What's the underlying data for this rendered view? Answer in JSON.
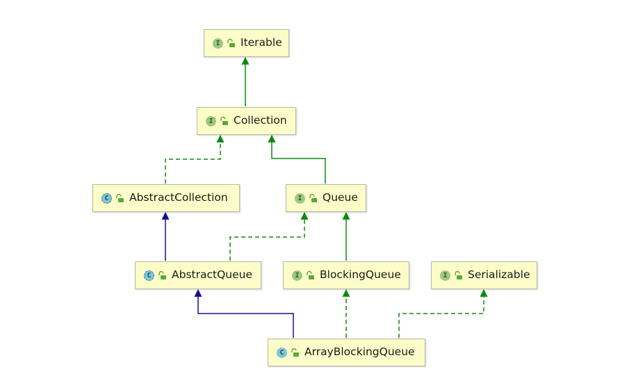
{
  "nodes": {
    "iterable": {
      "kind": "I",
      "label": "Iterable"
    },
    "collection": {
      "kind": "I",
      "label": "Collection"
    },
    "abstract_collection": {
      "kind": "C",
      "label": "AbstractCollection"
    },
    "queue": {
      "kind": "I",
      "label": "Queue"
    },
    "abstract_queue": {
      "kind": "C",
      "label": "AbstractQueue"
    },
    "blocking_queue": {
      "kind": "I",
      "label": "BlockingQueue"
    },
    "serializable": {
      "kind": "I",
      "label": "Serializable"
    },
    "array_blocking_queue": {
      "kind": "C",
      "label": "ArrayBlockingQueue"
    }
  },
  "edges": [
    {
      "from": "Collection",
      "to": "Iterable",
      "relation": "extends"
    },
    {
      "from": "AbstractCollection",
      "to": "Collection",
      "relation": "implements"
    },
    {
      "from": "Queue",
      "to": "Collection",
      "relation": "extends"
    },
    {
      "from": "AbstractQueue",
      "to": "AbstractCollection",
      "relation": "extends"
    },
    {
      "from": "AbstractQueue",
      "to": "Queue",
      "relation": "implements"
    },
    {
      "from": "BlockingQueue",
      "to": "Queue",
      "relation": "extends"
    },
    {
      "from": "ArrayBlockingQueue",
      "to": "AbstractQueue",
      "relation": "extends"
    },
    {
      "from": "ArrayBlockingQueue",
      "to": "BlockingQueue",
      "relation": "implements"
    },
    {
      "from": "ArrayBlockingQueue",
      "to": "Serializable",
      "relation": "implements"
    }
  ],
  "colors": {
    "node_fill": "#fdfdc9",
    "node_border": "#b7b7a4",
    "interface_edge": "#0b8a0b",
    "class_edge": "#10108f",
    "interface_badge": "#9ec77f",
    "class_badge": "#7ec5d6",
    "lock": "#5aa83a"
  }
}
